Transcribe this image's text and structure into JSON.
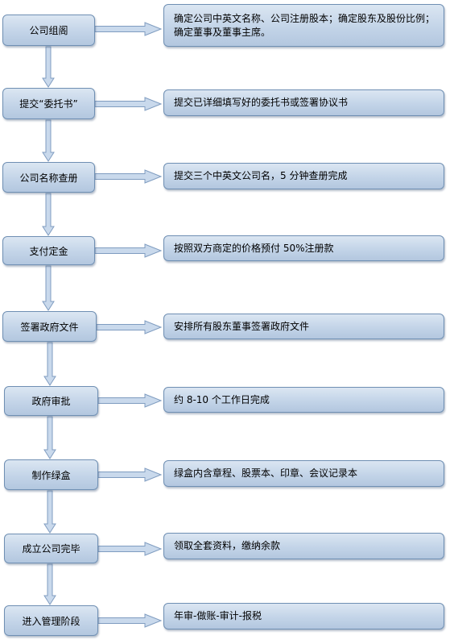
{
  "steps": [
    {
      "label": "公司组阁",
      "desc": "确定公司中英文名称、公司注册股本；确定股东及股份比例；确定董事及董事主席。"
    },
    {
      "label": "提交“委托书”",
      "desc": "提交已详细填写好的委托书或签署协议书"
    },
    {
      "label": "公司名称查册",
      "desc": "提交三个中英文公司名，5 分钟查册完成"
    },
    {
      "label": "支付定金",
      "desc": "按照双方商定的价格预付 50%注册款"
    },
    {
      "label": "签署政府文件",
      "desc": "安排所有股东董事签署政府文件"
    },
    {
      "label": "政府审批",
      "desc": "约 8-10 个工作日完成"
    },
    {
      "label": "制作绿盒",
      "desc": "绿盒内含章程、股票本、印章、会议记录本"
    },
    {
      "label": "成立公司完毕",
      "desc": "领取全套资料，缴纳余款"
    },
    {
      "label": "进入管理阶段",
      "desc": "年审-做账-审计-报税"
    }
  ],
  "colors": {
    "box_border": "#6f8fb3",
    "arrow_fill": "#c9d9ec",
    "arrow_stroke": "#7f9cc0"
  }
}
